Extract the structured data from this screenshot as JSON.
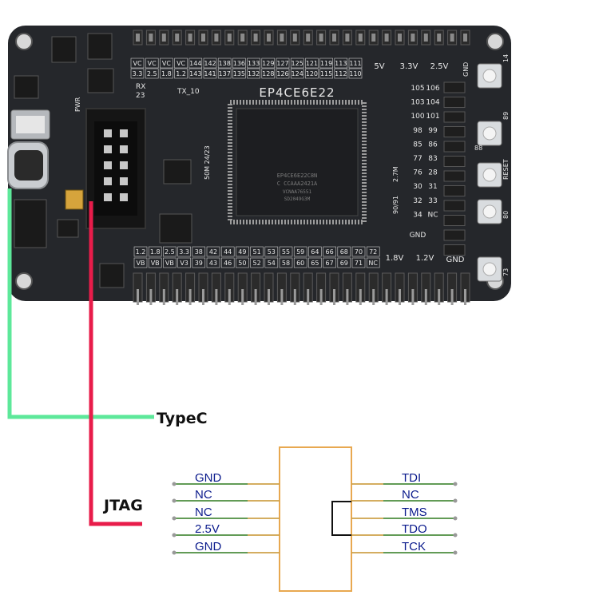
{
  "board": {
    "chip_title": "EP4CE6E22",
    "chip_marking": [
      "EP4CE6E22C8N",
      "C CCAAA2421A",
      "VCNAA76551",
      "SD2049G3M"
    ],
    "top_header_labels": [
      "VC",
      "VC",
      "VC",
      "VC",
      "144",
      "142",
      "138",
      "136",
      "133",
      "129",
      "127",
      "125",
      "121",
      "119",
      "113",
      "111",
      "5V",
      "3.3V",
      "2.5V",
      "GND"
    ],
    "top_header_labels_row2": [
      "3.3",
      "2.5",
      "1.8",
      "1.2",
      "143",
      "141",
      "137",
      "135",
      "132",
      "128",
      "126",
      "124",
      "120",
      "115",
      "112",
      "110"
    ],
    "bottom_header_labels": [
      "1.2",
      "1.8",
      "2.5",
      "3.3",
      "38",
      "42",
      "44",
      "49",
      "51",
      "53",
      "55",
      "59",
      "64",
      "66",
      "68",
      "70",
      "72"
    ],
    "bottom_header_labels_row2": [
      "VB",
      "VB",
      "VB",
      "V3",
      "39",
      "43",
      "46",
      "50",
      "52",
      "54",
      "58",
      "60",
      "65",
      "67",
      "69",
      "71",
      "NC",
      "1.8V",
      "1.2V",
      "GND"
    ],
    "right_header_labels": [
      [
        "105",
        "106"
      ],
      [
        "103",
        "104"
      ],
      [
        "100",
        "101"
      ],
      [
        "98",
        "99"
      ],
      [
        "85",
        "86"
      ],
      [
        "77",
        "83"
      ],
      [
        "76",
        "28"
      ],
      [
        "30",
        "31"
      ],
      [
        "32",
        "33"
      ],
      [
        "34",
        "NC"
      ],
      [
        "GND",
        ""
      ]
    ],
    "misc_labels": [
      "RX",
      "23",
      "TX_10",
      "PWR",
      "50M 24/23",
      "90/91",
      "2.7M",
      "RESET",
      "88",
      "89",
      "14",
      "80",
      "73",
      "GND"
    ]
  },
  "annotations": {
    "typec_label": "TypeC",
    "jtag_label": "JTAG"
  },
  "connector": {
    "left_pins": [
      "GND",
      "NC",
      "NC",
      "2.5V",
      "GND"
    ],
    "right_pins": [
      "TDI",
      "NC",
      "TMS",
      "TDO",
      "TCK"
    ]
  },
  "colors": {
    "pcb": "#25272b",
    "typec_wire": "#5de89a",
    "jtag_wire": "#e81c4a",
    "connector_box": "#e8a850",
    "pin_line": "#2f7a1e",
    "pin_text": "#0a1a8c"
  }
}
